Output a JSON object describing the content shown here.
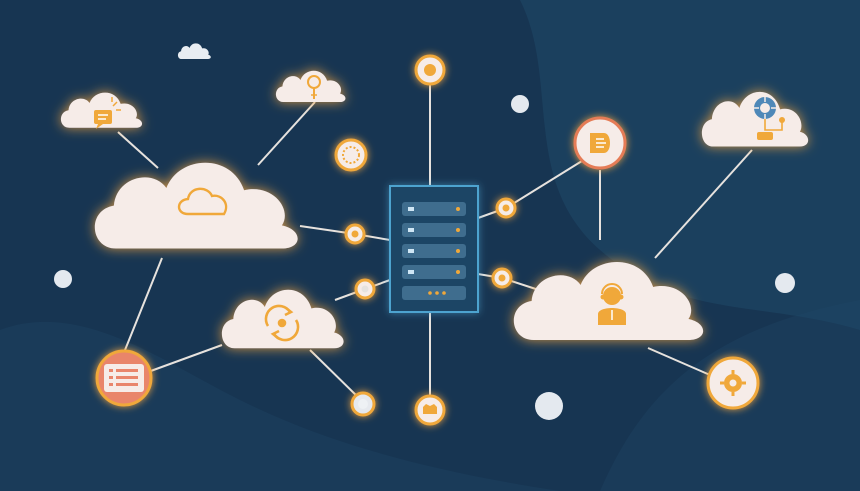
{
  "colors": {
    "background": "#173552",
    "background_wave": "#1f4868",
    "cloud_fill": "#f6ece8",
    "glow": "#f5a640",
    "icon_accent": "#f0a83a",
    "connector_line": "#e6e2de",
    "server_rack_border": "#4ea3cf",
    "server_rack_fill": "#1c4565",
    "server_unit_fill": "#3f6d8e",
    "plain_dot": "#e4e9ef",
    "list_badge_fill": "#e9856b"
  },
  "diagram": {
    "hub": {
      "type": "server-rack",
      "units": 5,
      "icon": "server-rack-icon"
    },
    "clouds": [
      {
        "id": "cloud-large-left",
        "icon": "cloud-icon"
      },
      {
        "id": "cloud-chat",
        "icon": "chat-bubble-icon"
      },
      {
        "id": "cloud-lightbulb",
        "icon": "lightbulb-icon"
      },
      {
        "id": "cloud-sync",
        "icon": "sync-arrows-icon"
      },
      {
        "id": "cloud-user",
        "icon": "user-support-icon"
      },
      {
        "id": "cloud-network",
        "icon": "network-hub-icon"
      },
      {
        "id": "cloud-tiny",
        "icon": "none"
      }
    ],
    "nodes": [
      {
        "id": "node-top",
        "icon": "gear-icon"
      },
      {
        "id": "node-bottom",
        "icon": "hand-icon"
      },
      {
        "id": "node-left-upper",
        "icon": "dot-icon"
      },
      {
        "id": "node-left-lower",
        "icon": "dot-icon"
      },
      {
        "id": "node-right-upper",
        "icon": "dot-icon"
      },
      {
        "id": "node-right-lower",
        "icon": "dot-icon"
      },
      {
        "id": "node-bottom-left",
        "icon": "dot-icon"
      },
      {
        "id": "node-gear-dial",
        "icon": "dial-icon"
      },
      {
        "id": "node-speech",
        "icon": "speech-icon"
      },
      {
        "id": "node-settings",
        "icon": "settings-cog-icon"
      },
      {
        "id": "node-list",
        "icon": "list-icon"
      }
    ]
  }
}
